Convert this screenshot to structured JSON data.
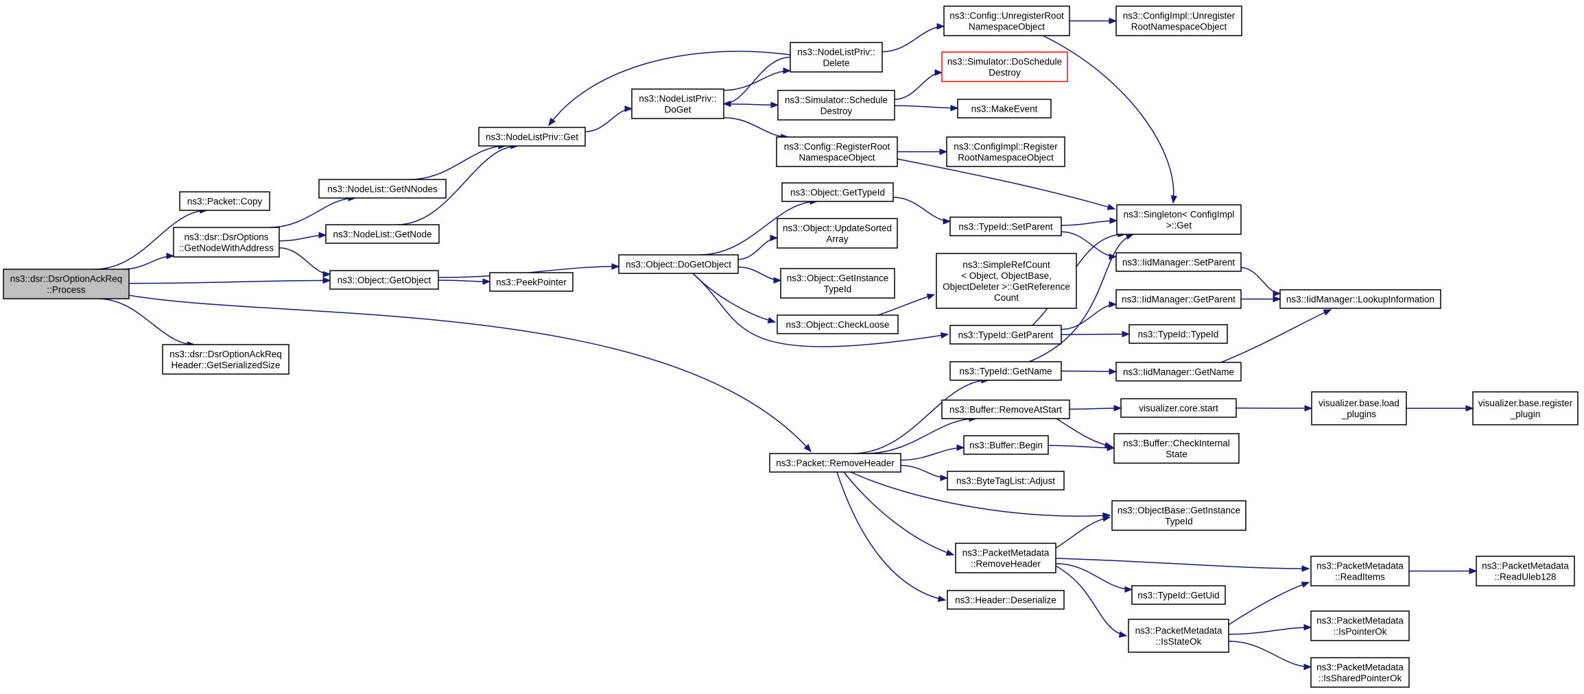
{
  "graph": {
    "nodes": [
      {
        "id": "root",
        "lines": [
          "ns3::dsr::DsrOptionAckReq",
          "::Process"
        ],
        "style": "root"
      },
      {
        "id": "copy",
        "lines": [
          "ns3::Packet::Copy"
        ]
      },
      {
        "id": "gnwa",
        "lines": [
          "ns3::dsr::DsrOptions",
          "::GetNodeWithAddress"
        ]
      },
      {
        "id": "getobj",
        "lines": [
          "ns3::Object::GetObject"
        ]
      },
      {
        "id": "gss",
        "lines": [
          "ns3::dsr::DsrOptionAckReq",
          "Header::GetSerializedSize"
        ]
      },
      {
        "id": "nlgnn",
        "lines": [
          "ns3::NodeList::GetNNodes"
        ]
      },
      {
        "id": "nlgn",
        "lines": [
          "ns3::NodeList::GetNode"
        ]
      },
      {
        "id": "nlpget",
        "lines": [
          "ns3::NodeListPriv::Get"
        ]
      },
      {
        "id": "nlpdoget",
        "lines": [
          "ns3::NodeListPriv::",
          "DoGet"
        ]
      },
      {
        "id": "nlpdel",
        "lines": [
          "ns3::NodeListPriv::",
          "Delete"
        ]
      },
      {
        "id": "cfgunreg",
        "lines": [
          "ns3::Config::UnregisterRoot",
          "NamespaceObject"
        ]
      },
      {
        "id": "cfgiunreg",
        "lines": [
          "ns3::ConfigImpl::Unregister",
          "RootNamespaceObject"
        ]
      },
      {
        "id": "simdosd",
        "lines": [
          "ns3::Simulator::DoSchedule",
          "Destroy"
        ],
        "style": "red"
      },
      {
        "id": "simsd",
        "lines": [
          "ns3::Simulator::Schedule",
          "Destroy"
        ]
      },
      {
        "id": "makeevent",
        "lines": [
          "ns3::MakeEvent"
        ]
      },
      {
        "id": "cfgreg",
        "lines": [
          "ns3::Config::RegisterRoot",
          "NamespaceObject"
        ]
      },
      {
        "id": "cfgireg",
        "lines": [
          "ns3::ConfigImpl::Register",
          "RootNamespaceObject"
        ]
      },
      {
        "id": "singleton",
        "lines": [
          "ns3::Singleton< ConfigImpl",
          " >::Get"
        ]
      },
      {
        "id": "peek",
        "lines": [
          "ns3::PeekPointer"
        ]
      },
      {
        "id": "dogetobj",
        "lines": [
          "ns3::Object::DoGetObject"
        ]
      },
      {
        "id": "ogettid",
        "lines": [
          "ns3::Object::GetTypeId"
        ]
      },
      {
        "id": "ous",
        "lines": [
          "ns3::Object::UpdateSorted",
          "Array"
        ]
      },
      {
        "id": "ogit",
        "lines": [
          "ns3::Object::GetInstance",
          "TypeId"
        ]
      },
      {
        "id": "ocl",
        "lines": [
          "ns3::Object::CheckLoose"
        ]
      },
      {
        "id": "tidsp",
        "lines": [
          "ns3::TypeId::SetParent"
        ]
      },
      {
        "id": "srcgrc",
        "lines": [
          "ns3::SimpleRefCount",
          "< Object, ObjectBase,",
          " ObjectDeleter >::GetReference",
          "Count"
        ]
      },
      {
        "id": "tidgp",
        "lines": [
          "ns3::TypeId::GetParent"
        ]
      },
      {
        "id": "tidgn",
        "lines": [
          "ns3::TypeId::GetName"
        ]
      },
      {
        "id": "iidsp",
        "lines": [
          "ns3::IidManager::SetParent"
        ]
      },
      {
        "id": "iidgp",
        "lines": [
          "ns3::IidManager::GetParent"
        ]
      },
      {
        "id": "iidlookup",
        "lines": [
          "ns3::IidManager::LookupInformation"
        ]
      },
      {
        "id": "tidtid",
        "lines": [
          "ns3::TypeId::TypeId"
        ]
      },
      {
        "id": "iidgn",
        "lines": [
          "ns3::IidManager::GetName"
        ]
      },
      {
        "id": "prh",
        "lines": [
          "ns3::Packet::RemoveHeader"
        ]
      },
      {
        "id": "bras",
        "lines": [
          "ns3::Buffer::RemoveAtStart"
        ]
      },
      {
        "id": "vcs",
        "lines": [
          "visualizer.core.start"
        ]
      },
      {
        "id": "vblp",
        "lines": [
          "visualizer.base.load",
          "_plugins"
        ]
      },
      {
        "id": "vbrp",
        "lines": [
          "visualizer.base.register",
          "_plugin"
        ]
      },
      {
        "id": "bbegin",
        "lines": [
          "ns3::Buffer::Begin"
        ]
      },
      {
        "id": "bci",
        "lines": [
          "ns3::Buffer::CheckInternal",
          "State"
        ]
      },
      {
        "id": "btla",
        "lines": [
          "ns3::ByteTagList::Adjust"
        ]
      },
      {
        "id": "obgit",
        "lines": [
          "ns3::ObjectBase::GetInstance",
          "TypeId"
        ]
      },
      {
        "id": "pmrh",
        "lines": [
          "ns3::PacketMetadata",
          "::RemoveHeader"
        ]
      },
      {
        "id": "pmri",
        "lines": [
          "ns3::PacketMetadata",
          "::ReadItems"
        ]
      },
      {
        "id": "pmrul",
        "lines": [
          "ns3::PacketMetadata",
          "::ReadUleb128"
        ]
      },
      {
        "id": "tidguid",
        "lines": [
          "ns3::TypeId::GetUid"
        ]
      },
      {
        "id": "pmiso",
        "lines": [
          "ns3::PacketMetadata",
          "::IsStateOk"
        ]
      },
      {
        "id": "pmipo",
        "lines": [
          "ns3::PacketMetadata",
          "::IsPointerOk"
        ]
      },
      {
        "id": "pmispo",
        "lines": [
          "ns3::PacketMetadata",
          "::IsSharedPointerOk"
        ]
      },
      {
        "id": "hdes",
        "lines": [
          "ns3::Header::Deserialize"
        ]
      }
    ],
    "edges": [
      [
        "root",
        "copy"
      ],
      [
        "root",
        "gnwa"
      ],
      [
        "root",
        "getobj"
      ],
      [
        "root",
        "gss"
      ],
      [
        "root",
        "prh"
      ],
      [
        "gnwa",
        "nlgnn"
      ],
      [
        "gnwa",
        "nlgn"
      ],
      [
        "gnwa",
        "getobj"
      ],
      [
        "nlgnn",
        "nlpget"
      ],
      [
        "nlgn",
        "nlpget"
      ],
      [
        "nlpget",
        "nlpdoget"
      ],
      [
        "nlpdel",
        "nlpget"
      ],
      [
        "nlpdoget",
        "nlpdel"
      ],
      [
        "nlpdel",
        "nlpdoget"
      ],
      [
        "nlpdoget",
        "simsd"
      ],
      [
        "nlpdoget",
        "cfgreg"
      ],
      [
        "nlpdel",
        "cfgunreg"
      ],
      [
        "cfgunreg",
        "cfgiunreg"
      ],
      [
        "cfgunreg",
        "singleton"
      ],
      [
        "simsd",
        "simdosd"
      ],
      [
        "simsd",
        "makeevent"
      ],
      [
        "cfgreg",
        "cfgireg"
      ],
      [
        "cfgreg",
        "singleton"
      ],
      [
        "getobj",
        "peek"
      ],
      [
        "getobj",
        "dogetobj"
      ],
      [
        "dogetobj",
        "ogettid"
      ],
      [
        "dogetobj",
        "ous"
      ],
      [
        "dogetobj",
        "ogit"
      ],
      [
        "dogetobj",
        "ocl"
      ],
      [
        "dogetobj",
        "tidgp"
      ],
      [
        "ogettid",
        "tidsp"
      ],
      [
        "ocl",
        "srcgrc"
      ],
      [
        "tidsp",
        "singleton"
      ],
      [
        "tidsp",
        "iidsp"
      ],
      [
        "tidgp",
        "singleton"
      ],
      [
        "tidgp",
        "iidgp"
      ],
      [
        "tidgp",
        "tidtid"
      ],
      [
        "tidgn",
        "singleton"
      ],
      [
        "tidgn",
        "iidgn"
      ],
      [
        "iidsp",
        "iidlookup"
      ],
      [
        "iidgp",
        "iidlookup"
      ],
      [
        "iidgn",
        "iidlookup"
      ],
      [
        "prh",
        "tidgn"
      ],
      [
        "prh",
        "bras"
      ],
      [
        "prh",
        "bbegin"
      ],
      [
        "prh",
        "btla"
      ],
      [
        "prh",
        "obgit"
      ],
      [
        "prh",
        "pmrh"
      ],
      [
        "prh",
        "hdes"
      ],
      [
        "bras",
        "vcs"
      ],
      [
        "bras",
        "bci"
      ],
      [
        "vcs",
        "vblp"
      ],
      [
        "vblp",
        "vbrp"
      ],
      [
        "bbegin",
        "bci"
      ],
      [
        "pmrh",
        "obgit"
      ],
      [
        "pmrh",
        "pmri"
      ],
      [
        "pmrh",
        "tidguid"
      ],
      [
        "pmrh",
        "pmiso"
      ],
      [
        "pmri",
        "pmrul"
      ],
      [
        "pmiso",
        "pmri"
      ],
      [
        "pmiso",
        "pmipo"
      ],
      [
        "pmiso",
        "pmispo"
      ]
    ],
    "colors": {
      "edge": "#191970",
      "node_border": "#000000",
      "root_fill": "#bfbfbf",
      "highlight_border": "#ff0000"
    }
  }
}
